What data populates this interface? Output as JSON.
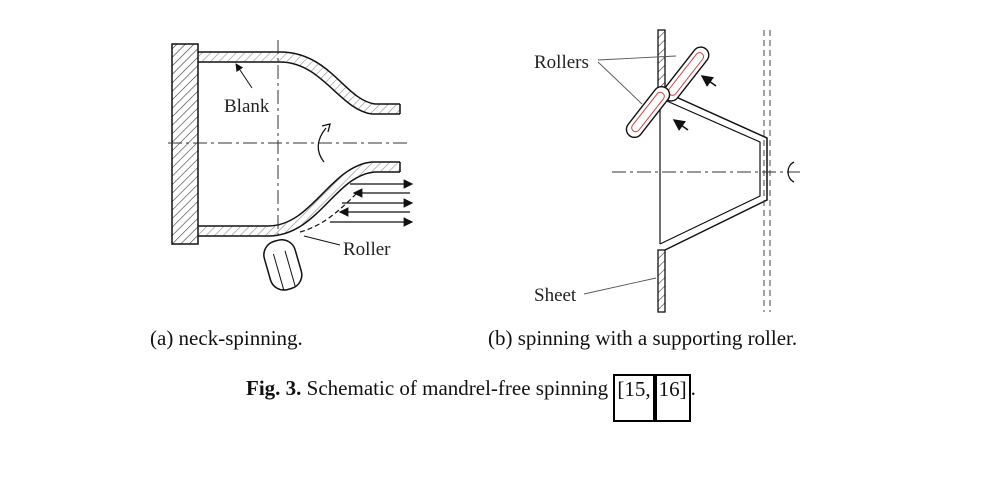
{
  "panel_a": {
    "labels": {
      "blank": "Blank",
      "roller": "Roller"
    },
    "subcaption": "(a) neck-spinning."
  },
  "panel_b": {
    "labels": {
      "rollers": "Rollers",
      "sheet": "Sheet"
    },
    "subcaption": "(b) spinning with a supporting roller."
  },
  "caption": {
    "fig_label": "Fig. 3.",
    "text": " Schematic of mandrel-free spinning ",
    "ref1": "[15,",
    "ref2": "16]",
    "end": "."
  }
}
